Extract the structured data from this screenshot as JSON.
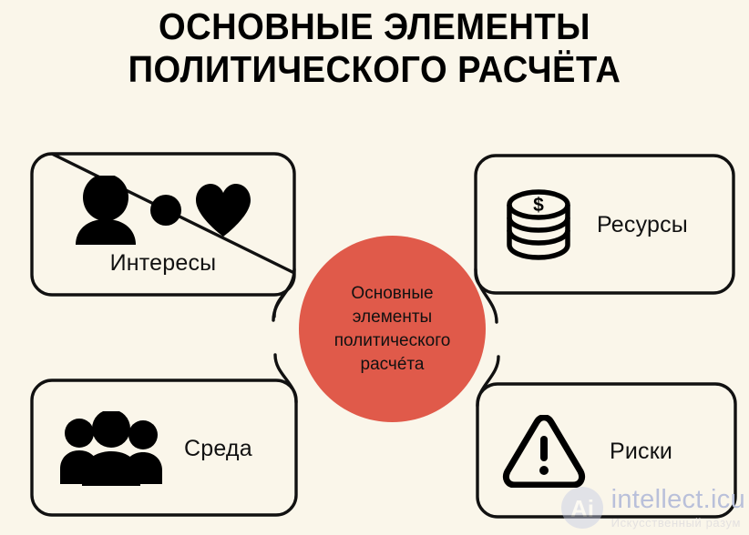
{
  "background_color": "#faf6ea",
  "accent_color": "#e05a4a",
  "stroke_color": "#111111",
  "title": {
    "line1": "ОСНОВНЫЕ ЭЛЕМЕНТЫ",
    "line2": "ПОЛИТИЧЕСКОГО РАСЧЁТА"
  },
  "center": {
    "text": "Основные\nэлементы\nполитического\nрасчéта",
    "fill_color": "#e05a4a"
  },
  "cards": {
    "top_left": {
      "label": "Интересы",
      "icons": [
        "person-icon",
        "dot-icon",
        "heart-icon"
      ]
    },
    "top_right": {
      "label": "Ресурсы",
      "icons": [
        "coin-stack-icon"
      ]
    },
    "bottom_left": {
      "label": "Среда",
      "icons": [
        "people-group-icon"
      ]
    },
    "bottom_right": {
      "label": "Риски",
      "icons": [
        "warning-triangle-icon"
      ]
    }
  },
  "watermark": {
    "logo_text": "Ai",
    "main": "intellect.icu",
    "sub": "Искусственный разум",
    "main_color": "#b9c0da"
  }
}
